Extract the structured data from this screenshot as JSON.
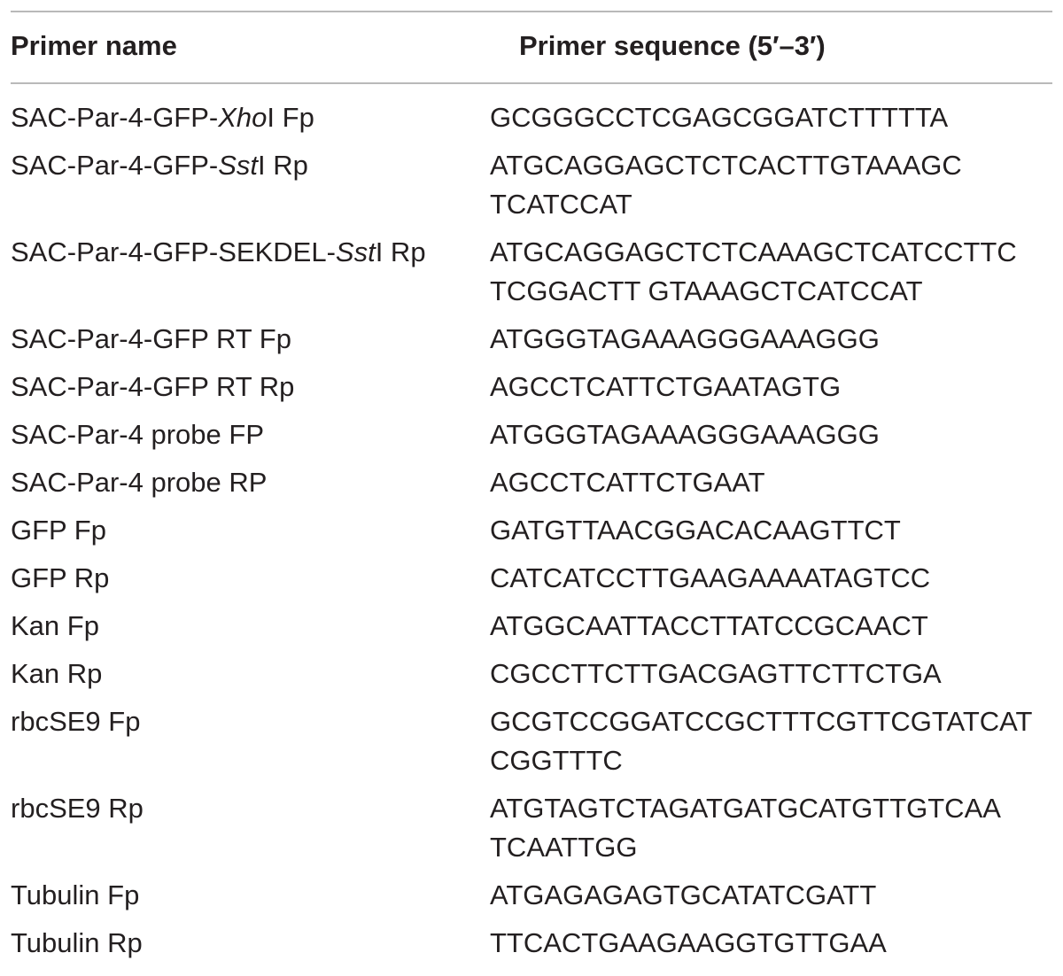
{
  "table": {
    "headers": {
      "name": "Primer name",
      "sequence": "Primer sequence (5′–3′)"
    },
    "rows": [
      {
        "name_pre": "SAC-Par-4-GFP-",
        "name_italic": "Xho",
        "name_post": "I Fp",
        "seq": [
          "GCGGGCCTCGAGCGGATCTTTTTA"
        ]
      },
      {
        "name_pre": "SAC-Par-4-GFP-",
        "name_italic": "Sst",
        "name_post": "I Rp",
        "seq": [
          "ATGCAGGAGCTCTCACTTGTAAAGC",
          "TCATCCAT"
        ]
      },
      {
        "name_pre": "SAC-Par-4-GFP-SEKDEL-",
        "name_italic": "Sst",
        "name_post": "I Rp",
        "seq": [
          "ATGCAGGAGCTCTCAAAGCTCATCCTTC",
          "TCGGACTT GTAAAGCTCATCCAT"
        ]
      },
      {
        "name_pre": "SAC-Par-4-GFP RT Fp",
        "name_italic": "",
        "name_post": "",
        "seq": [
          "ATGGGTAGAAAGGGAAAGGG"
        ]
      },
      {
        "name_pre": "SAC-Par-4-GFP RT Rp",
        "name_italic": "",
        "name_post": "",
        "seq": [
          "AGCCTCATTCTGAATAGTG"
        ]
      },
      {
        "name_pre": "SAC-Par-4 probe FP",
        "name_italic": "",
        "name_post": "",
        "seq": [
          "ATGGGTAGAAAGGGAAAGGG"
        ]
      },
      {
        "name_pre": "SAC-Par-4 probe RP",
        "name_italic": "",
        "name_post": "",
        "seq": [
          "AGCCTCATTCTGAAT"
        ]
      },
      {
        "name_pre": "GFP Fp",
        "name_italic": "",
        "name_post": "",
        "seq": [
          "GATGTTAACGGACACAAGTTCT"
        ]
      },
      {
        "name_pre": "GFP Rp",
        "name_italic": "",
        "name_post": "",
        "seq": [
          "CATCATCCTTGAAGAAAATAGTCC"
        ]
      },
      {
        "name_pre": "Kan Fp",
        "name_italic": "",
        "name_post": "",
        "seq": [
          "ATGGCAATTACCTTATCCGCAACT"
        ]
      },
      {
        "name_pre": "Kan Rp",
        "name_italic": "",
        "name_post": "",
        "seq": [
          "CGCCTTCTTGACGAGTTCTTCTGA"
        ]
      },
      {
        "name_pre": "rbcSE9 Fp",
        "name_italic": "",
        "name_post": "",
        "seq": [
          "GCGTCCGGATCCGCTTTCGTTCGTATCAT",
          "CGGTTTC"
        ]
      },
      {
        "name_pre": "rbcSE9 Rp",
        "name_italic": "",
        "name_post": "",
        "seq": [
          "ATGTAGTCTAGATGATGCATGTTGTCAA",
          "TCAATTGG"
        ]
      },
      {
        "name_pre": "Tubulin Fp",
        "name_italic": "",
        "name_post": "",
        "seq": [
          "ATGAGAGAGTGCATATCGATT"
        ]
      },
      {
        "name_pre": "Tubulin Rp",
        "name_italic": "",
        "name_post": "",
        "seq": [
          "TTCACTGAAGAAGGTGTTGAA"
        ]
      }
    ]
  }
}
